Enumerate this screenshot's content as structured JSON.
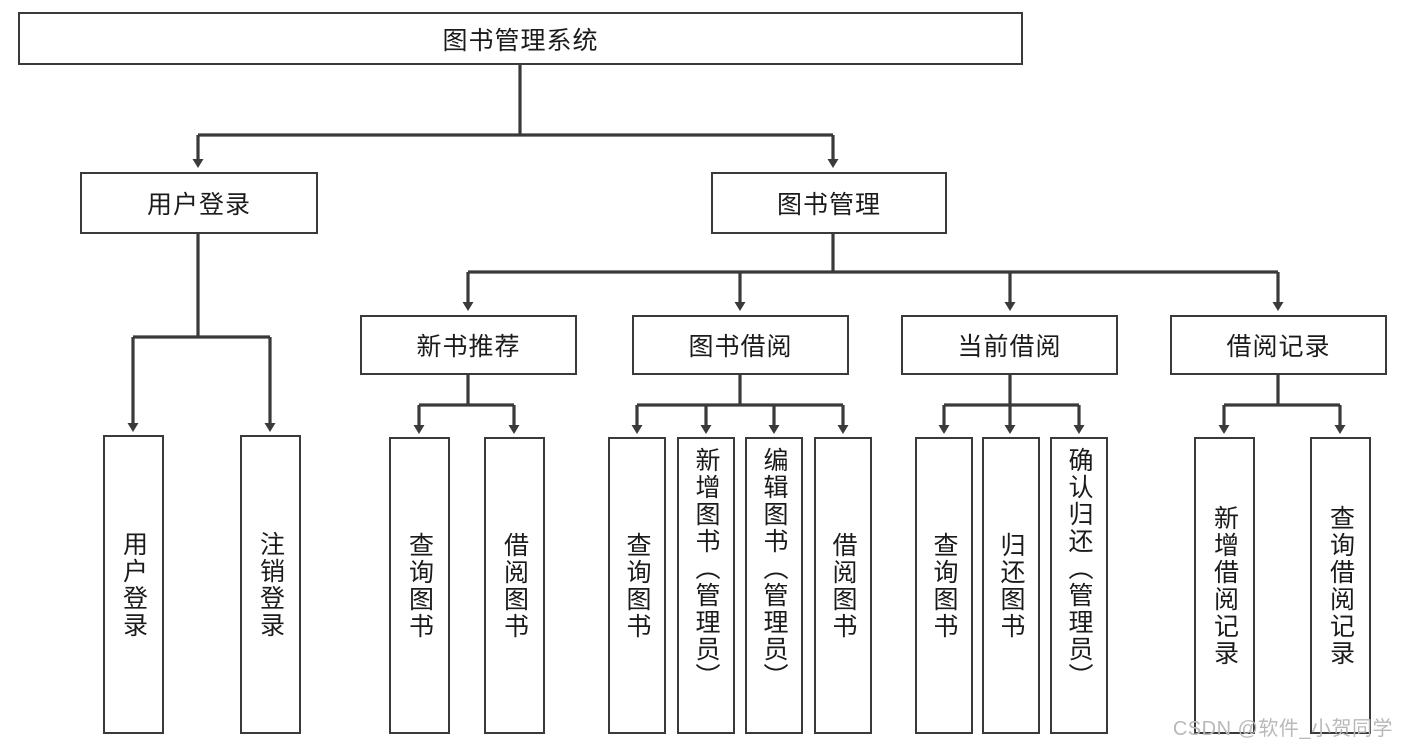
{
  "diagram": {
    "type": "tree-hierarchy",
    "root": {
      "id": "root",
      "label": "图书管理系统"
    },
    "level2": [
      {
        "id": "user-login",
        "label": "用户登录"
      },
      {
        "id": "book-manage",
        "label": "图书管理"
      }
    ],
    "level3": [
      {
        "id": "new-book-recommend",
        "label": "新书推荐",
        "parent": "book-manage"
      },
      {
        "id": "book-borrow",
        "label": "图书借阅",
        "parent": "book-manage"
      },
      {
        "id": "current-borrow",
        "label": "当前借阅",
        "parent": "book-manage"
      },
      {
        "id": "borrow-record",
        "label": "借阅记录",
        "parent": "book-manage"
      }
    ],
    "leaves": {
      "user_login": [
        {
          "id": "leaf-user-login",
          "label": "用户登录"
        },
        {
          "id": "leaf-logout",
          "label": "注销登录"
        }
      ],
      "new_book_recommend": [
        {
          "id": "leaf-query-book-1",
          "label": "查询图书"
        },
        {
          "id": "leaf-borrow-book-1",
          "label": "借阅图书"
        }
      ],
      "book_borrow": [
        {
          "id": "leaf-query-book-2",
          "label": "查询图书"
        },
        {
          "id": "leaf-add-book",
          "label": "新增图书（管理员）"
        },
        {
          "id": "leaf-edit-book",
          "label": "编辑图书（管理员）"
        },
        {
          "id": "leaf-borrow-book-2",
          "label": "借阅图书"
        }
      ],
      "current_borrow": [
        {
          "id": "leaf-query-book-3",
          "label": "查询图书"
        },
        {
          "id": "leaf-return-book",
          "label": "归还图书"
        },
        {
          "id": "leaf-confirm-return",
          "label": "确认归还（管理员）"
        }
      ],
      "borrow_record": [
        {
          "id": "leaf-add-record",
          "label": "新增借阅记录"
        },
        {
          "id": "leaf-query-record",
          "label": "查询借阅记录"
        }
      ]
    }
  },
  "watermark": {
    "text": "CSDN @软件_小贺同学"
  },
  "colors": {
    "stroke": "#3a3a3a",
    "text": "#1b1b1b",
    "background": "#ffffff",
    "watermark": "#b9b9b9"
  }
}
